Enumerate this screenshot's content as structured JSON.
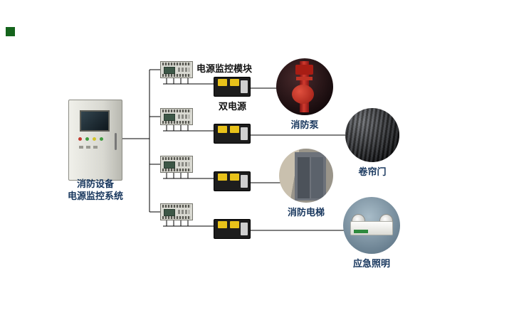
{
  "cabinet": {
    "label_line1": "消防设备",
    "label_line2": "电源监控系统"
  },
  "row_labels": {
    "module": "电源监控模块",
    "dual_power": "双电源"
  },
  "devices": [
    {
      "label": "消防泵"
    },
    {
      "label": "卷帘门"
    },
    {
      "label": "消防电梯"
    },
    {
      "label": "应急照明"
    }
  ],
  "colors": {
    "device_label": "#17365d",
    "row_label": "#141414",
    "logo_green": "#15641c",
    "wire": "#000000",
    "ats_yellow": "#e8c21a"
  }
}
